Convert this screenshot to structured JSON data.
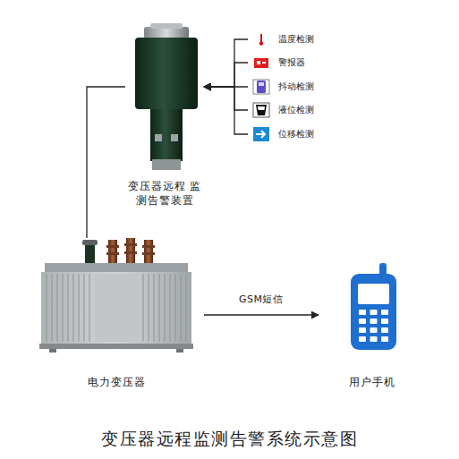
{
  "diagram": {
    "caption": "变压器远程监测告警系统示意图",
    "nodes": [
      {
        "text": [
          "变压器远程 监测告警装置"
        ]
      },
      {
        "text": [
          "温度检测"
        ]
      },
      {
        "text": [
          "警报器"
        ]
      },
      {
        "text": [
          "抖动检测"
        ]
      },
      {
        "text": [
          "液位检测"
        ]
      },
      {
        "text": [
          "位移检测"
        ]
      },
      {
        "text": [
          "电力变压器"
        ]
      },
      {
        "text": [
          "用户手机"
        ]
      }
    ],
    "edges": [
      {
        "from": 1,
        "to": 0,
        "arrow": "to"
      },
      {
        "from": 2,
        "to": 0,
        "arrow": "to"
      },
      {
        "from": 3,
        "to": 0,
        "arrow": "to"
      },
      {
        "from": 4,
        "to": 0,
        "arrow": "to"
      },
      {
        "from": 5,
        "to": 0,
        "arrow": "to"
      },
      {
        "from": 0,
        "to": 6,
        "arrow": "none"
      },
      {
        "from": 6,
        "to": 7,
        "label": "GSM短信",
        "arrow": "to"
      }
    ]
  }
}
